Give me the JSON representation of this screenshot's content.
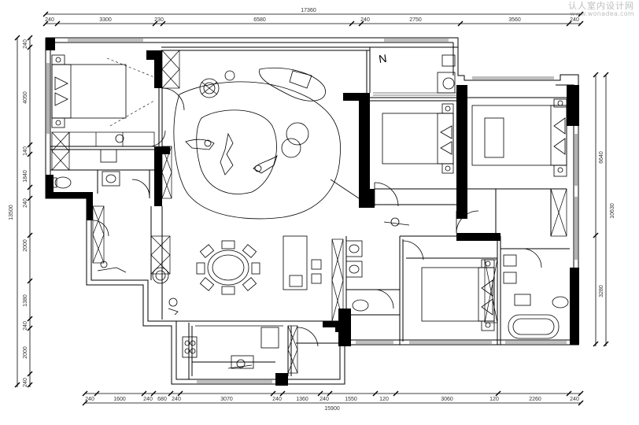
{
  "watermark": {
    "text": "认人室内设计网",
    "url": "www.wonadea.com"
  },
  "north_label": "N",
  "top_dims": {
    "overall": "17360",
    "segments": [
      "240",
      "3300",
      "230",
      "6580",
      "240",
      "2750",
      "3560",
      "240"
    ]
  },
  "bottom_dims": {
    "overall": "15900",
    "segments": [
      "240",
      "1600",
      "240",
      "680",
      "240",
      "3070",
      "240",
      "1360",
      "240",
      "1550",
      "120",
      "3060",
      "120",
      "2260",
      "240"
    ]
  },
  "left_dims": {
    "overall": "13500",
    "segments": [
      "240",
      "4050",
      "140",
      "1840",
      "240",
      "2000",
      "1380",
      "240",
      "2000",
      "240"
    ]
  },
  "right_dims": {
    "overall": "10630",
    "segments": [
      "6640",
      "3280"
    ]
  }
}
